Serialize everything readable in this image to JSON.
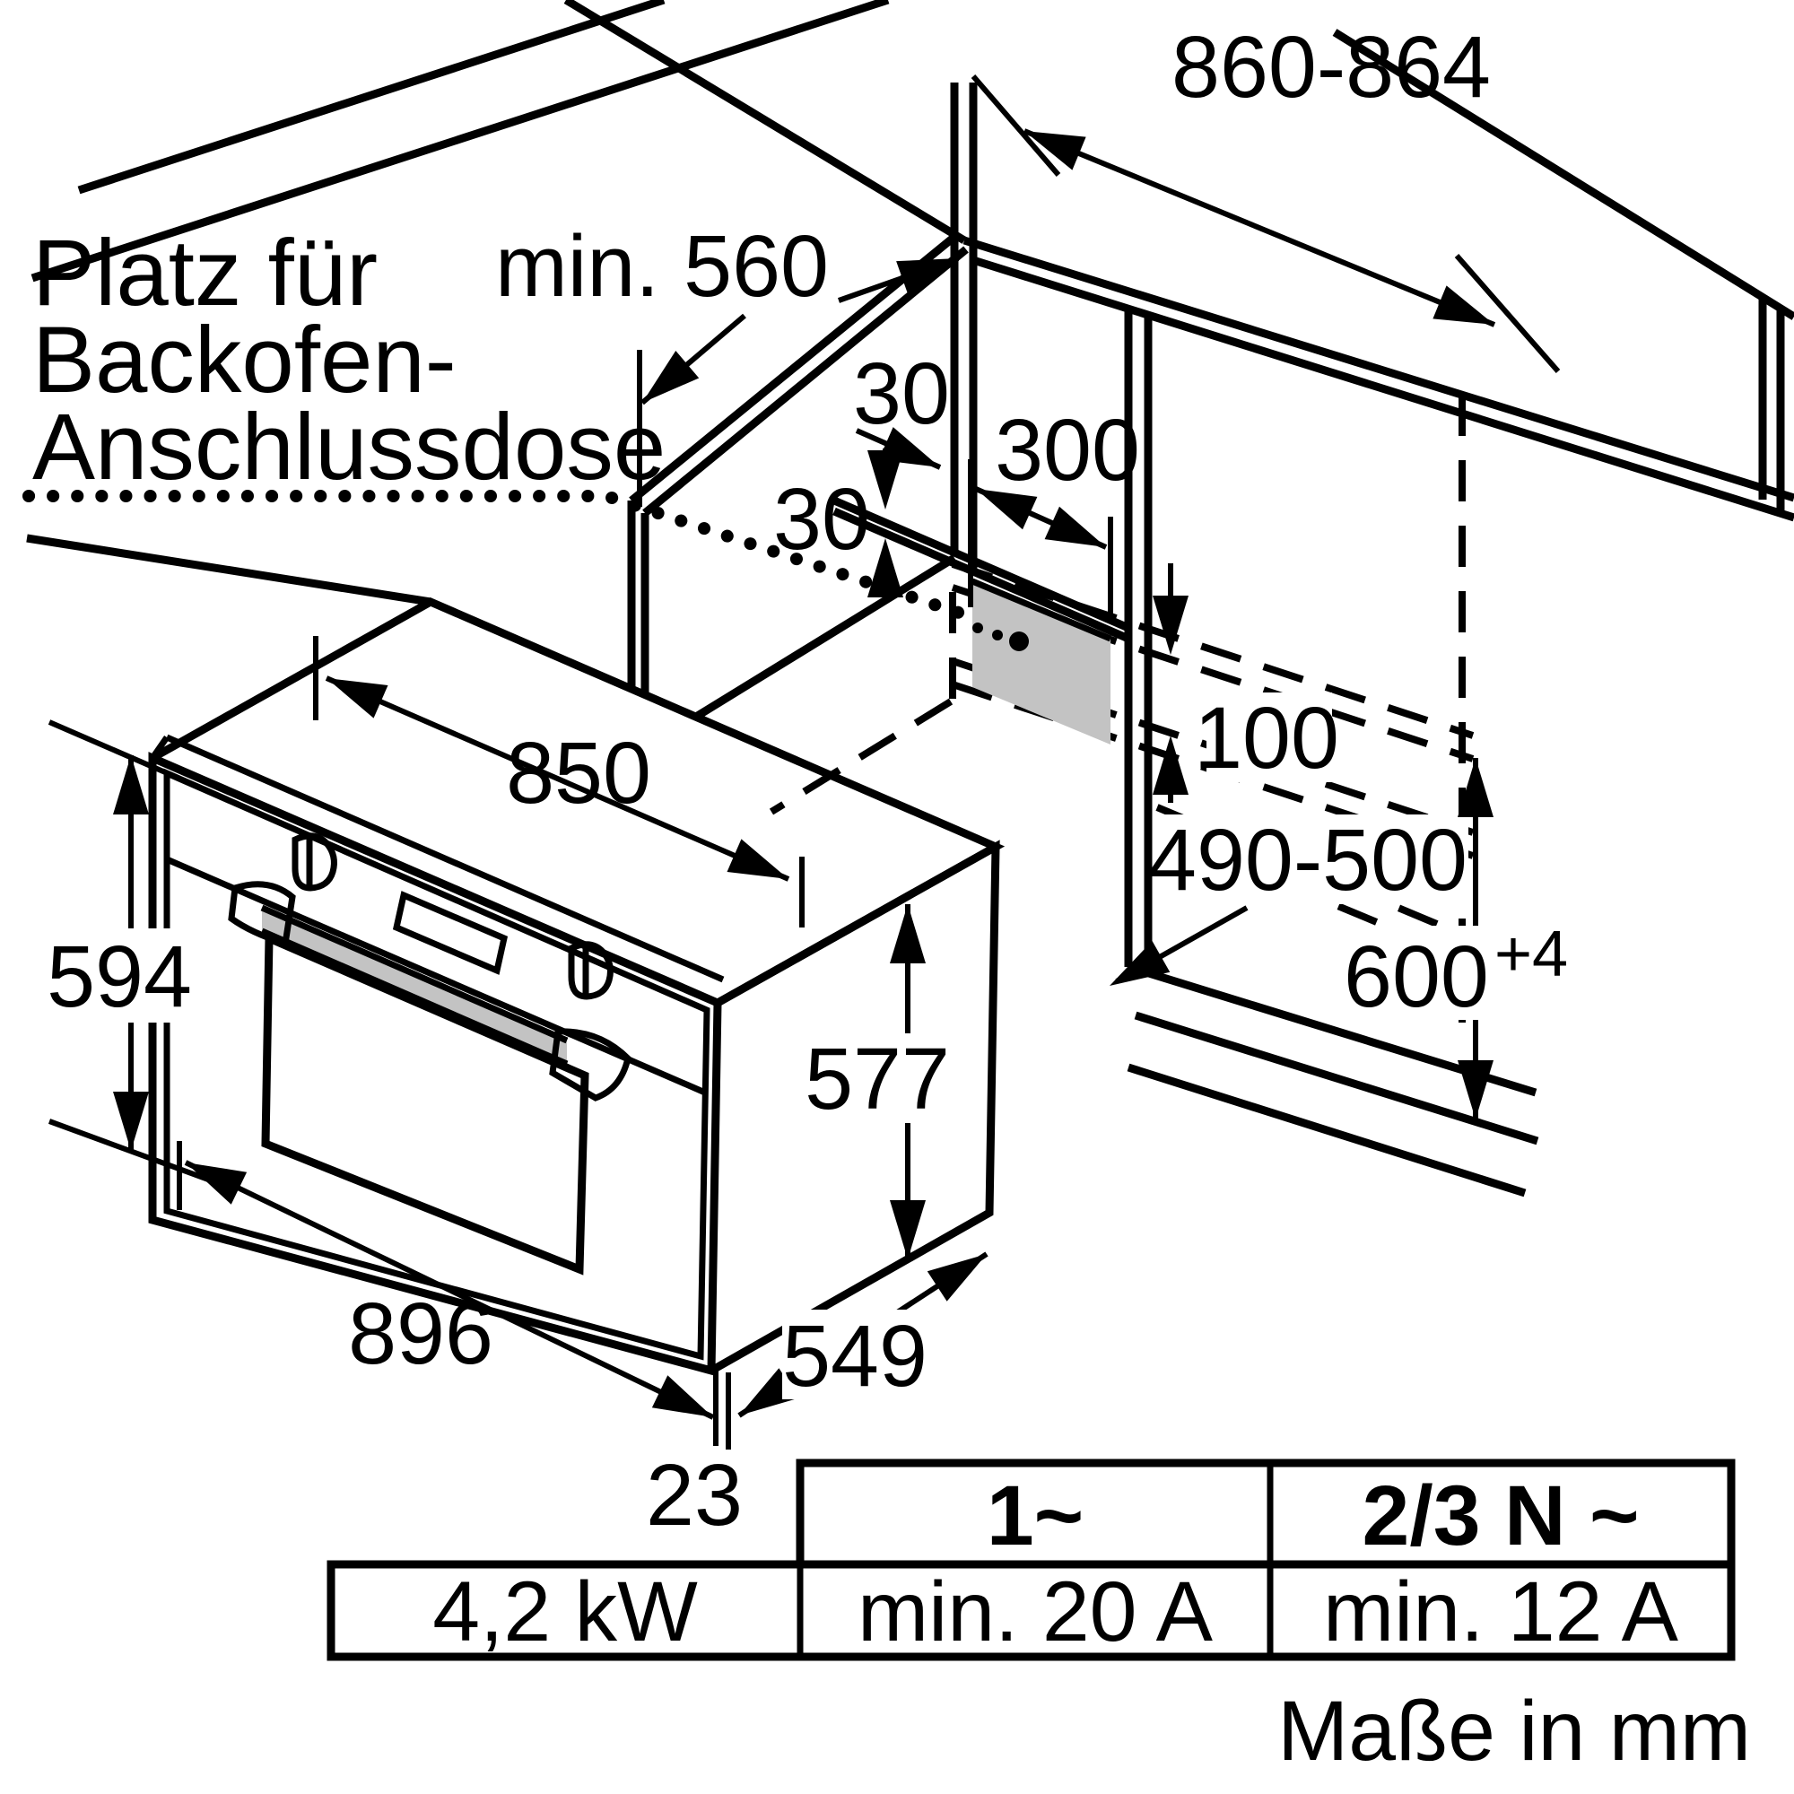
{
  "note": {
    "line1": "Platz für",
    "line2": "Backofen-",
    "line3": "Anschlussdose"
  },
  "dims": {
    "min560": "min. 560",
    "w860": "860-864",
    "t30a": "30",
    "t30b": "30",
    "w300": "300",
    "h100": "100",
    "d490": "490-500",
    "h600": "600",
    "h600sup": "+4",
    "w850": "850",
    "h594": "594",
    "h577": "577",
    "d549": "549",
    "w896": "896",
    "t23": "23"
  },
  "table": {
    "head1": "1~",
    "head2": "2/3 N ~",
    "power": "4,2 kW",
    "fuse1": "min. 20 A",
    "fuse2": "min. 12 A"
  },
  "units": "Maße in mm",
  "colors": {
    "ink": "#000000",
    "gray": "#c3c3c3",
    "bg": "#ffffff"
  }
}
